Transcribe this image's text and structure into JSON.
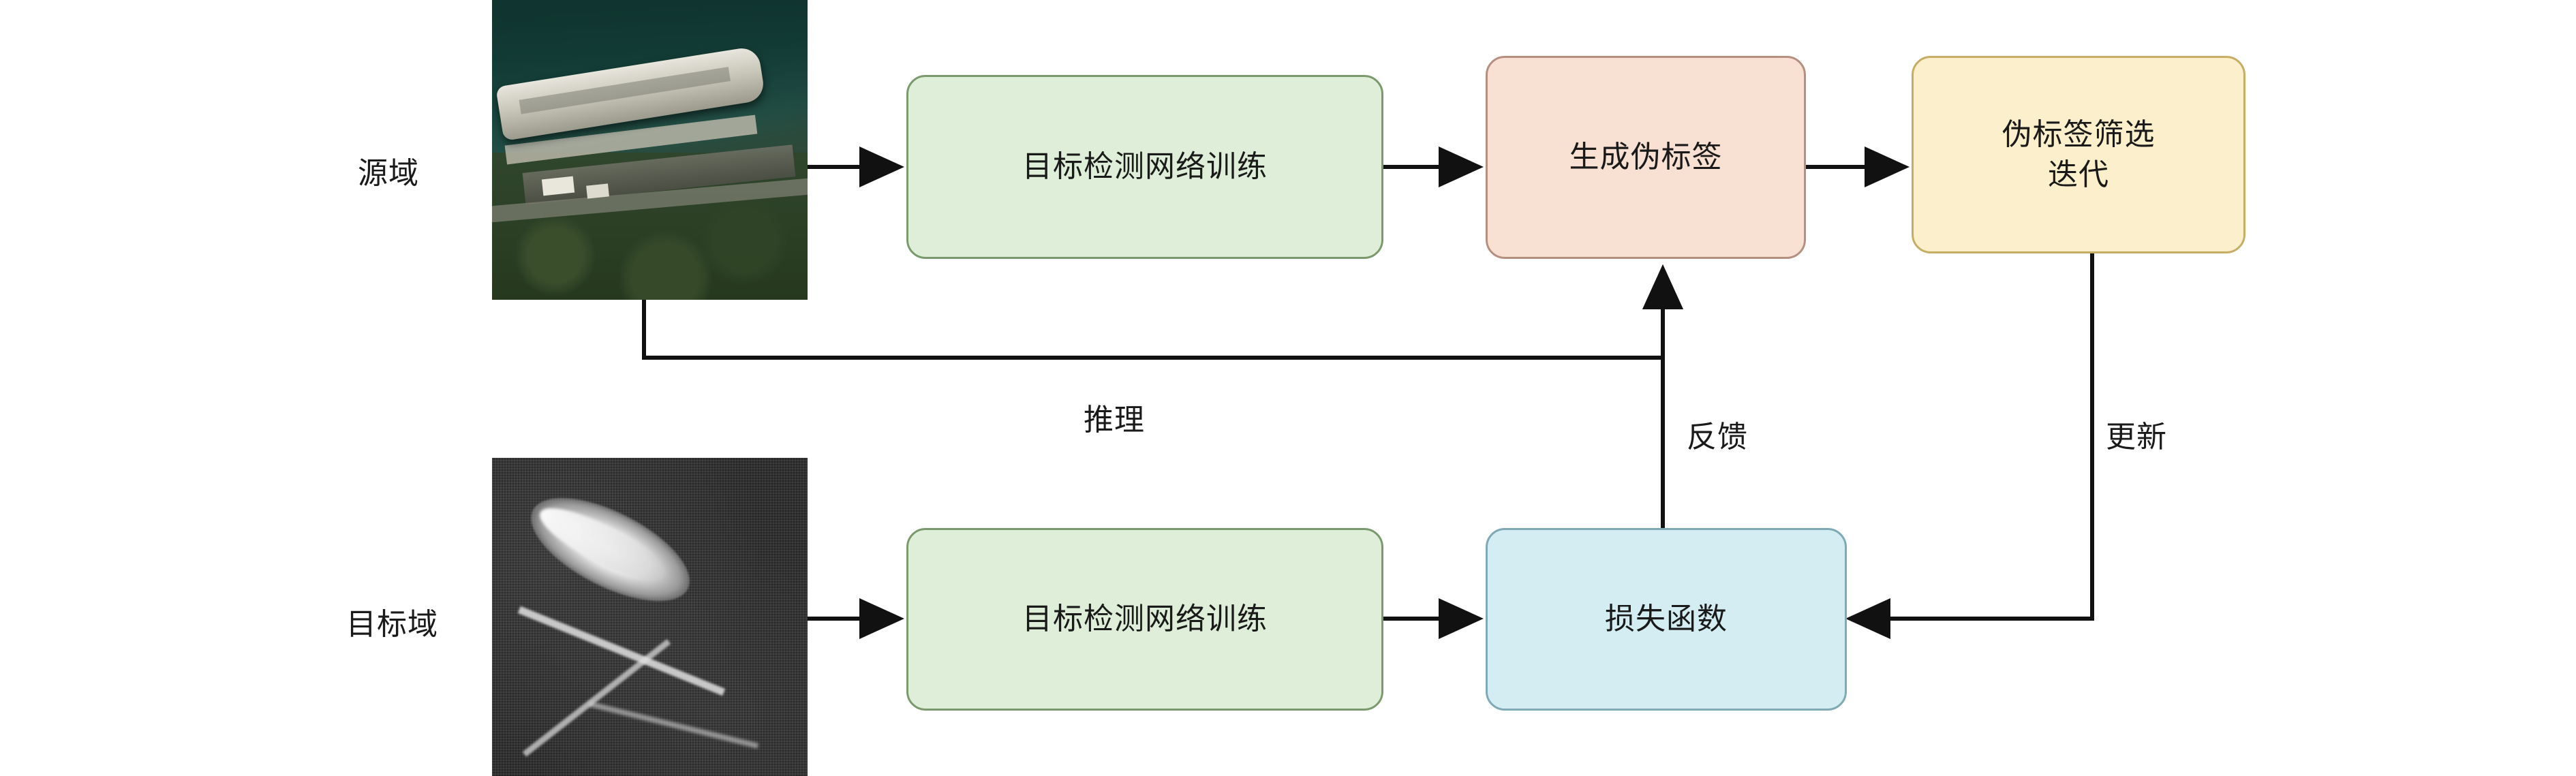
{
  "diagram": {
    "title_labels": {
      "source_domain": "源域",
      "target_domain": "目标域"
    },
    "nodes": [
      {
        "id": "det-train-source",
        "label": "目标检测网络训练",
        "color": "#dfeed8"
      },
      {
        "id": "generate-pseudo-label",
        "label": "生成伪标签",
        "color": "#f8e0d2"
      },
      {
        "id": "pseudo-label-filter-iterate",
        "label": "伪标签筛选\n迭代",
        "line1": "伪标签筛选",
        "line2": "迭代",
        "color": "#fcf0cc"
      },
      {
        "id": "det-train-target",
        "label": "目标检测网络训练",
        "color": "#dfeed8"
      },
      {
        "id": "loss-function",
        "label": "损失函数",
        "color": "#d4edf2"
      }
    ],
    "edge_labels": [
      {
        "id": "inference",
        "text": "推理"
      },
      {
        "id": "feedback",
        "text": "反馈"
      },
      {
        "id": "update",
        "text": "更新"
      }
    ],
    "images": [
      {
        "id": "optical-source-image",
        "alt": "optical-satellite-ship-image"
      },
      {
        "id": "sar-target-image",
        "alt": "sar-ship-image"
      }
    ]
  }
}
